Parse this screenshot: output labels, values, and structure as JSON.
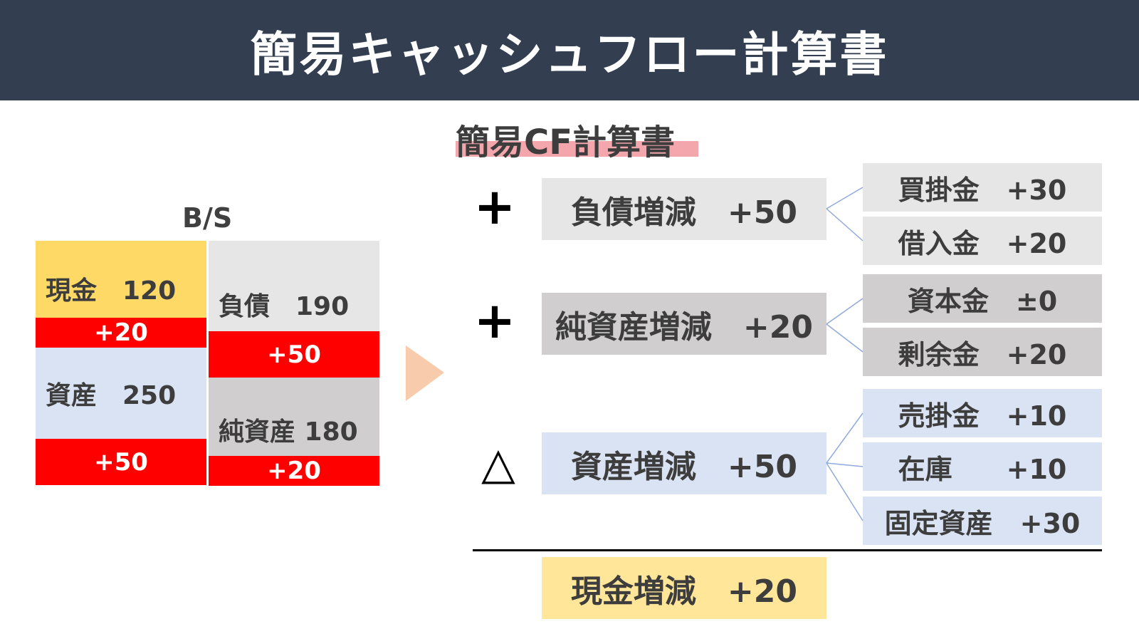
{
  "header": {
    "title": "簡易キャッシュフロー計算書"
  },
  "bs": {
    "title": "B/S",
    "cash": {
      "label": "現金　120",
      "delta": "+20"
    },
    "assets": {
      "label": "資産　250",
      "delta": "+50"
    },
    "liabilities": {
      "label": "負債　190",
      "delta": "+50"
    },
    "net_assets": {
      "label": "純資産 180",
      "delta": "+20"
    }
  },
  "cf": {
    "title": "簡易CF計算書",
    "groups": [
      {
        "operator": "+",
        "label": "負債増減　+50",
        "items": [
          {
            "label": "買掛金　+30"
          },
          {
            "label": "借入金　+20"
          }
        ]
      },
      {
        "operator": "+",
        "label": "純資産増減　+20",
        "items": [
          {
            "label": "資本金　±0"
          },
          {
            "label": "剰余金　+20"
          }
        ]
      },
      {
        "operator": "△",
        "label": "資産増減　+50",
        "items": [
          {
            "label": "売掛金　+10"
          },
          {
            "label": "在庫　　+10"
          },
          {
            "label": "固定資産　+30"
          }
        ]
      }
    ],
    "total": {
      "label": "現金増減　+20"
    }
  },
  "colors": {
    "header_bg": "#333f50",
    "delta_red": "#ff0000",
    "cash_yellow": "#ffd966",
    "liab_gray": "#e7e6e6",
    "netasset_gray": "#d0cece",
    "asset_blue": "#dae3f3",
    "total_gold": "#ffe699",
    "arrow_peach": "#f8cbad",
    "connector_blue": "#8faadc"
  }
}
